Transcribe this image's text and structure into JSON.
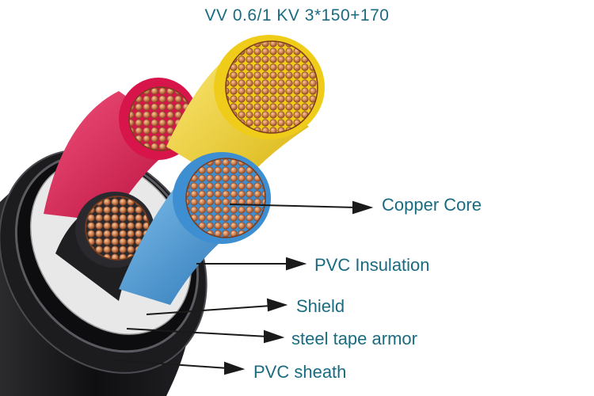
{
  "title": "VV 0.6/1 KV 3*150+170",
  "labels": [
    {
      "id": "copper-core",
      "text": "Copper Core"
    },
    {
      "id": "pvc-insulation",
      "text": "PVC Insulation"
    },
    {
      "id": "shield",
      "text": "Shield"
    },
    {
      "id": "steel-tape-armor",
      "text": "steel tape armor"
    },
    {
      "id": "pvc-sheath",
      "text": "PVC sheath"
    }
  ],
  "colors": {
    "text": "#1a6b80",
    "red_insulation": "#e0164e",
    "yellow_insulation": "#f2d21f",
    "blue_insulation": "#3c8fd0",
    "black_insulation": "#1f1f22",
    "copper": "#c8774a",
    "sheath": "#141416"
  }
}
